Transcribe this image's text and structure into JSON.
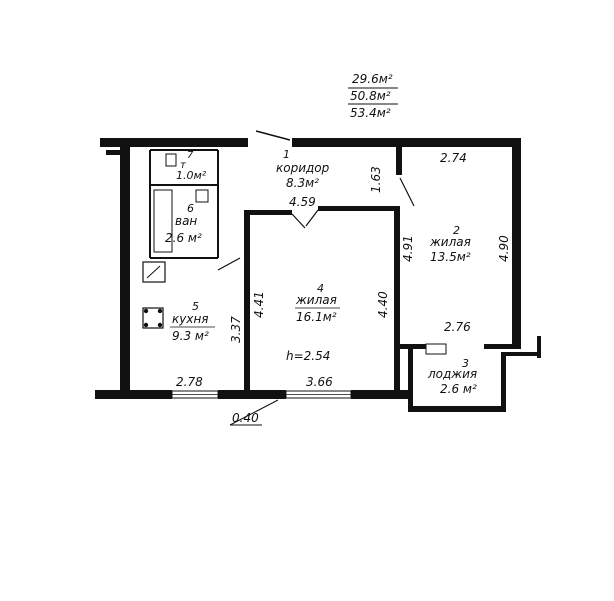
{
  "totals": {
    "living_area": "29.6м²",
    "total_area": "50.8м²",
    "total_with_loggia": "53.4м²"
  },
  "rooms": [
    {
      "number": "1",
      "name": "коридор",
      "area": "8.3м²"
    },
    {
      "number": "2",
      "name": "жилая",
      "area": "13.5м²"
    },
    {
      "number": "3",
      "name": "лоджия",
      "area": "2.6 м²"
    },
    {
      "number": "4",
      "name": "жилая",
      "area": "16.1м²"
    },
    {
      "number": "5",
      "name": "кухня",
      "area": "9.3 м²"
    },
    {
      "number": "6",
      "name": "ван",
      "area": "2.6 м²"
    },
    {
      "number": "7",
      "name": "т",
      "area": "1.0м²"
    }
  ],
  "dimensions": {
    "corridor_length": "4.59",
    "corridor_width": "1.63",
    "room2_top": "2.74",
    "room2_left": "4.91",
    "room2_right": "4.90",
    "room2_bottom": "2.76",
    "room4_left": "4.41",
    "room4_right": "4.40",
    "room4_bottom": "3.66",
    "kitchen_right": "3.37",
    "kitchen_bottom": "2.78",
    "ceiling_height": "h=2.54",
    "wall_offset": "0.40"
  }
}
